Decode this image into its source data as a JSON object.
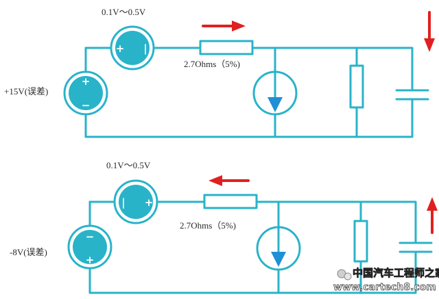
{
  "colors": {
    "wire": "#29b3c9",
    "arrow": "#e02020",
    "current_arrow": "#1f8fd6",
    "label": "#2a2a2a"
  },
  "circuits": [
    {
      "source_label": "+15V(误差)",
      "ac_label": "0.1V～0.5V",
      "resistor_label": "2.7Ohms（5%)",
      "vs_top_sign": "+",
      "vs_bottom_sign": "−",
      "ac_left_sign": "+",
      "ac_right_sign": "|",
      "flow_arrow": "right",
      "side_arrow": "down"
    },
    {
      "source_label": "-8V(误差)",
      "ac_label": "0.1V～0.5V",
      "resistor_label": "2.7Ohms（5%)",
      "vs_top_sign": "−",
      "vs_bottom_sign": "+",
      "ac_left_sign": "|",
      "ac_right_sign": "+",
      "flow_arrow": "left",
      "side_arrow": "up"
    }
  ],
  "watermark": {
    "text_cn": "中国汽车工程师之家",
    "text_url": "www.cartech8.com"
  }
}
